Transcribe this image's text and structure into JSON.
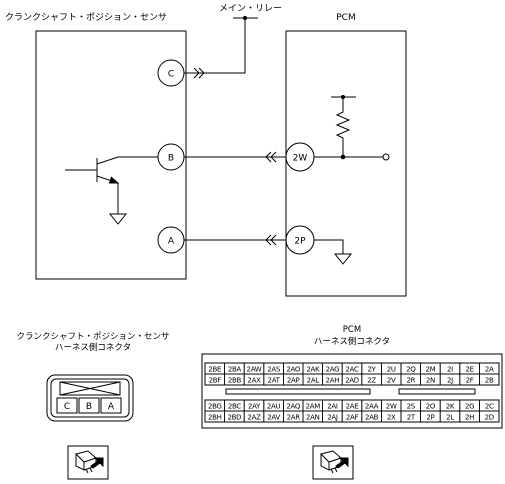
{
  "labels": {
    "sensor": "クランクシャフト・ポジション・センサ",
    "main_relay": "メイン・リレー",
    "pcm": "PCM",
    "sensor_connector_line1": "クランクシャフト・ポジション・センサ",
    "sensor_connector_line2": "ハーネス側コネクタ",
    "pcm_connector_line1": "PCM",
    "pcm_connector_line2": "ハーネス側コネクタ"
  },
  "sensor_pins": [
    "C",
    "B",
    "A"
  ],
  "pcm_pins": [
    "2W",
    "2P"
  ],
  "sensor_connector_pins": [
    "C",
    "B",
    "A"
  ],
  "pcm_connector": {
    "top_row1": [
      "2BE",
      "2BA",
      "2AW",
      "2AS",
      "2AO",
      "2AK",
      "2AG",
      "2AC",
      "2Y",
      "2U",
      "2Q",
      "2M",
      "2I",
      "2E",
      "2A"
    ],
    "top_row2": [
      "2BF",
      "2BB",
      "2AX",
      "2AT",
      "2AP",
      "2AL",
      "2AH",
      "2AD",
      "2Z",
      "2V",
      "2R",
      "2N",
      "2J",
      "2F",
      "2B"
    ],
    "bottom_row1": [
      "2BG",
      "2BC",
      "2AY",
      "2AU",
      "2AQ",
      "2AM",
      "2AI",
      "2AE",
      "2AA",
      "2W",
      "2S",
      "2O",
      "2K",
      "2G",
      "2C"
    ],
    "bottom_row2": [
      "2BH",
      "2BD",
      "2AZ",
      "2AV",
      "2AR",
      "2AN",
      "2AJ",
      "2AF",
      "2AB",
      "2X",
      "2T",
      "2P",
      "2L",
      "2H",
      "2D"
    ]
  }
}
